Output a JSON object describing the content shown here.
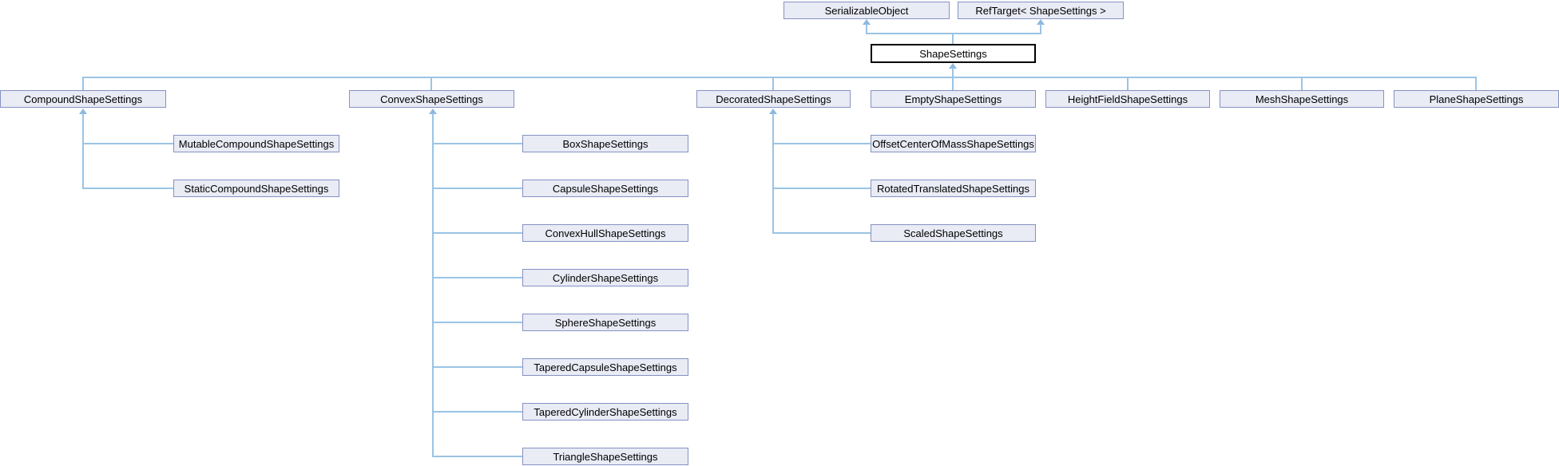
{
  "diagram": {
    "type": "class-inheritance-graph",
    "colors": {
      "background": "#FFFFFF",
      "node_fill": "#E9EBF5",
      "node_border": "#8592C2",
      "focus_node_fill": "#FFFFFF",
      "focus_node_border": "#000000",
      "edge": "#9AC4E5",
      "arrow": "#8CB8DF",
      "text": "#000000"
    },
    "nodes": {
      "serializable_object": {
        "label": "SerializableObject"
      },
      "ref_target": {
        "label": "RefTarget< ShapeSettings >"
      },
      "shape_settings": {
        "label": "ShapeSettings"
      },
      "compound": {
        "label": "CompoundShapeSettings"
      },
      "convex": {
        "label": "ConvexShapeSettings"
      },
      "decorated": {
        "label": "DecoratedShapeSettings"
      },
      "empty": {
        "label": "EmptyShapeSettings"
      },
      "height_field": {
        "label": "HeightFieldShapeSettings"
      },
      "mesh": {
        "label": "MeshShapeSettings"
      },
      "plane": {
        "label": "PlaneShapeSettings"
      },
      "mutable_compound": {
        "label": "MutableCompoundShapeSettings"
      },
      "static_compound": {
        "label": "StaticCompoundShapeSettings"
      },
      "box": {
        "label": "BoxShapeSettings"
      },
      "capsule": {
        "label": "CapsuleShapeSettings"
      },
      "convex_hull": {
        "label": "ConvexHullShapeSettings"
      },
      "cylinder": {
        "label": "CylinderShapeSettings"
      },
      "sphere": {
        "label": "SphereShapeSettings"
      },
      "tapered_capsule": {
        "label": "TaperedCapsuleShapeSettings"
      },
      "tapered_cylinder": {
        "label": "TaperedCylinderShapeSettings"
      },
      "triangle": {
        "label": "TriangleShapeSettings"
      },
      "offset_center_of_mass": {
        "label": "OffsetCenterOfMassShapeSettings"
      },
      "rotated_translated": {
        "label": "RotatedTranslatedShapeSettings"
      },
      "scaled": {
        "label": "ScaledShapeSettings"
      }
    }
  }
}
